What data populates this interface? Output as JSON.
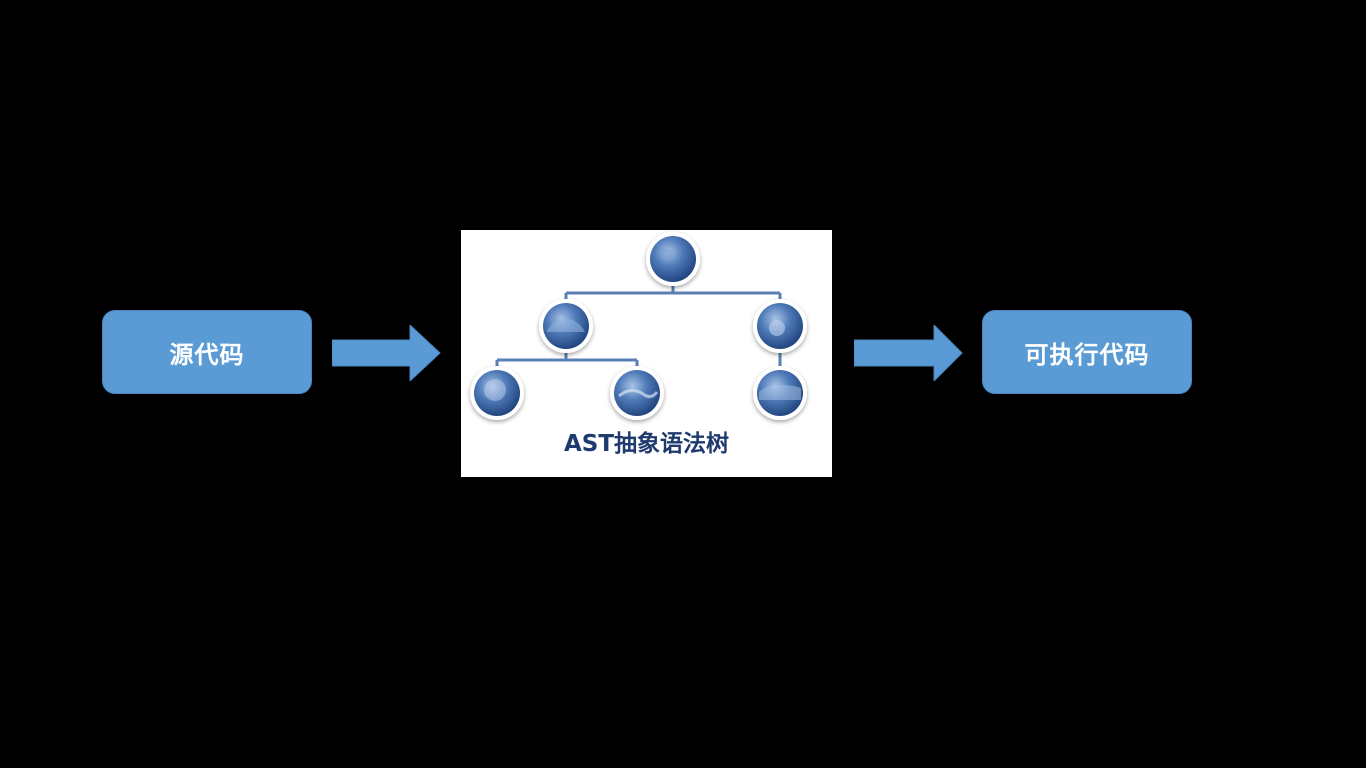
{
  "diagram": {
    "source_label": "源代码",
    "ast_label": "AST抽象语法树",
    "exec_label": "可执行代码"
  },
  "colors": {
    "background": "#000000",
    "box_fill": "#5b9bd5",
    "arrow_fill": "#5b9bd5",
    "panel_bg": "#ffffff",
    "node_fill": "#2f5f9e",
    "tree_line": "#5a7fb5",
    "ast_text": "#1f3a6e"
  }
}
